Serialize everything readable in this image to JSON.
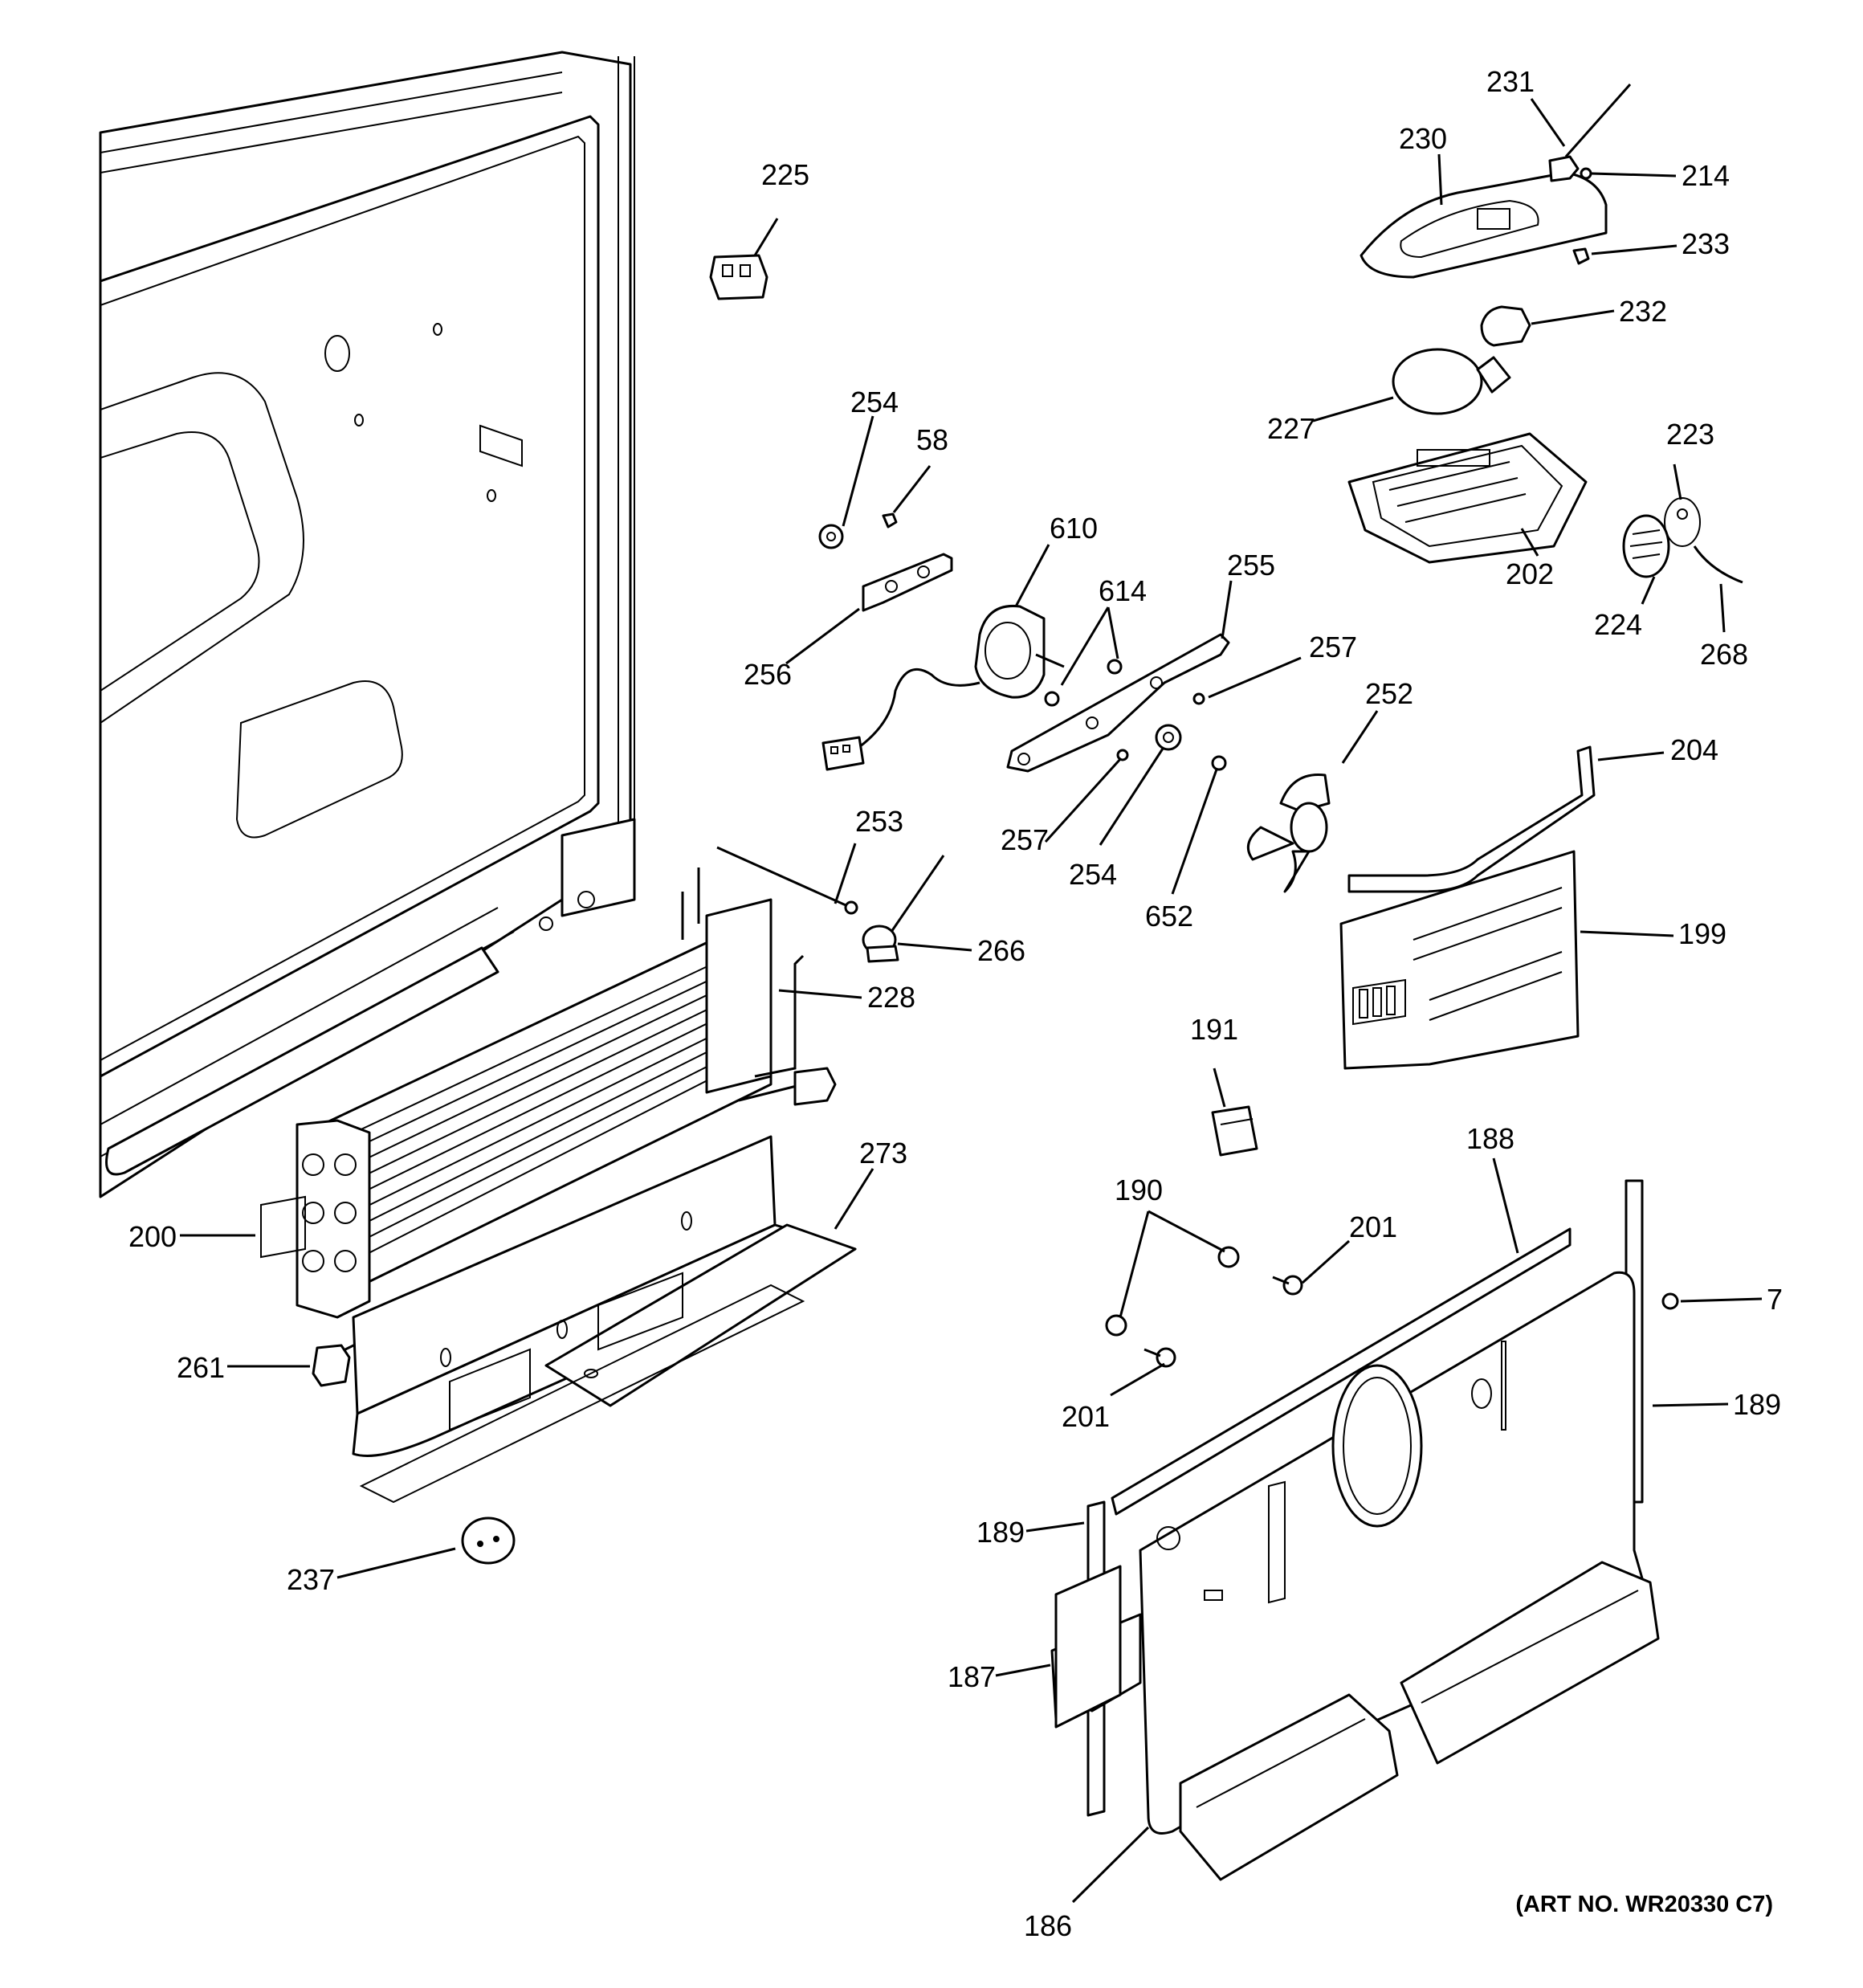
{
  "callouts": [
    {
      "id": "225",
      "text": "225"
    },
    {
      "id": "231",
      "text": "231"
    },
    {
      "id": "230",
      "text": "230"
    },
    {
      "id": "214",
      "text": "214"
    },
    {
      "id": "233",
      "text": "233"
    },
    {
      "id": "232",
      "text": "232"
    },
    {
      "id": "227",
      "text": "227"
    },
    {
      "id": "223",
      "text": "223"
    },
    {
      "id": "202",
      "text": "202"
    },
    {
      "id": "224",
      "text": "224"
    },
    {
      "id": "268",
      "text": "268"
    },
    {
      "id": "254a",
      "text": "254"
    },
    {
      "id": "58",
      "text": "58"
    },
    {
      "id": "610",
      "text": "610"
    },
    {
      "id": "614",
      "text": "614"
    },
    {
      "id": "255",
      "text": "255"
    },
    {
      "id": "256",
      "text": "256"
    },
    {
      "id": "257a",
      "text": "257"
    },
    {
      "id": "252",
      "text": "252"
    },
    {
      "id": "257b",
      "text": "257"
    },
    {
      "id": "254b",
      "text": "254"
    },
    {
      "id": "652",
      "text": "652"
    },
    {
      "id": "204",
      "text": "204"
    },
    {
      "id": "199",
      "text": "199"
    },
    {
      "id": "253",
      "text": "253"
    },
    {
      "id": "266",
      "text": "266"
    },
    {
      "id": "228",
      "text": "228"
    },
    {
      "id": "191",
      "text": "191"
    },
    {
      "id": "273",
      "text": "273"
    },
    {
      "id": "188",
      "text": "188"
    },
    {
      "id": "190",
      "text": "190"
    },
    {
      "id": "201a",
      "text": "201"
    },
    {
      "id": "200",
      "text": "200"
    },
    {
      "id": "7",
      "text": "7"
    },
    {
      "id": "261",
      "text": "261"
    },
    {
      "id": "201b",
      "text": "201"
    },
    {
      "id": "189a",
      "text": "189"
    },
    {
      "id": "189b",
      "text": "189"
    },
    {
      "id": "237",
      "text": "237"
    },
    {
      "id": "187",
      "text": "187"
    },
    {
      "id": "186",
      "text": "186"
    }
  ],
  "art_number": "(ART NO. WR20330 C7)"
}
